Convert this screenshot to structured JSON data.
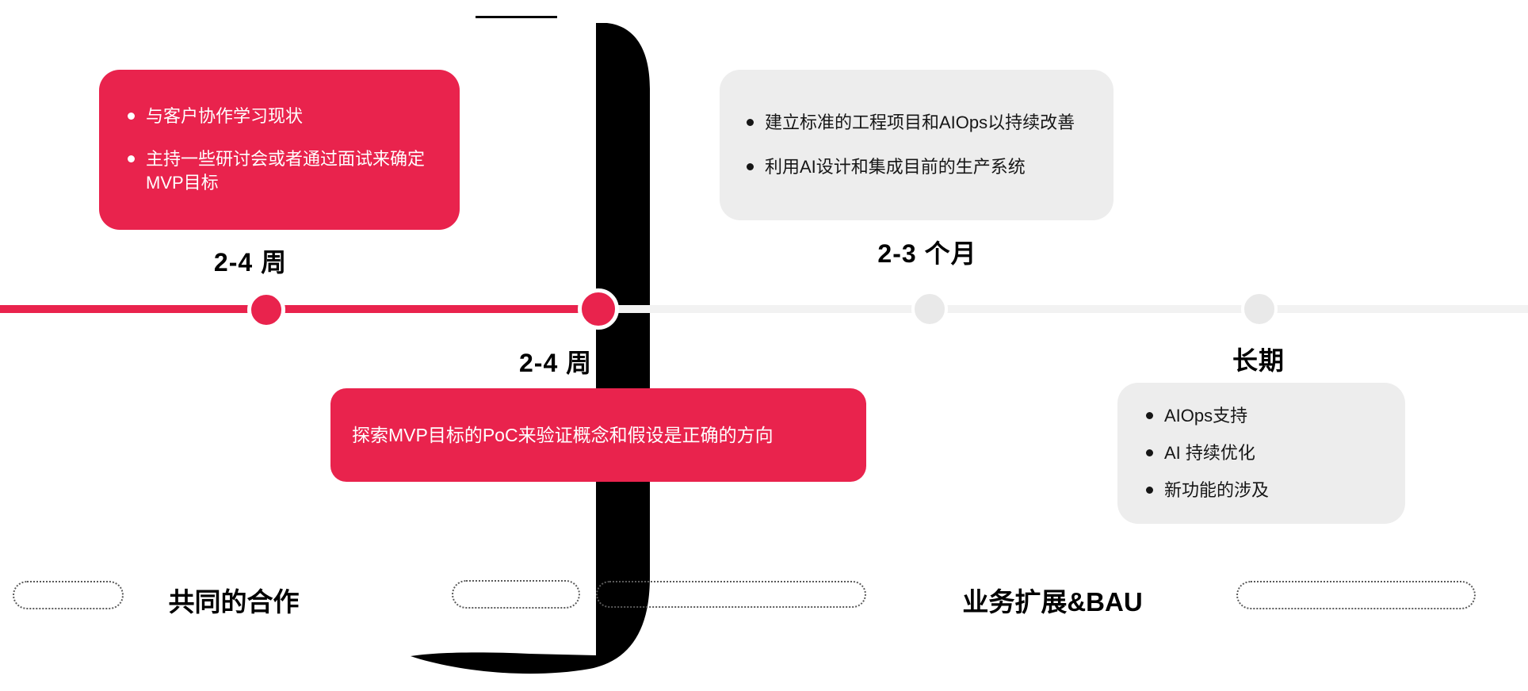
{
  "colors": {
    "accent_red": "#E9234D",
    "card_gray": "#EDEDED",
    "track_gray": "#F2F2F2",
    "dot_gray": "#E9E9E9",
    "text_black": "#000000",
    "text_white": "#FFFFFF"
  },
  "timeline": {
    "stages": [
      {
        "duration_label": "2-4 周",
        "card_style": "red",
        "bullets": [
          "与客户协作学习现状",
          "主持一些研讨会或者通过面试来确定MVP目标"
        ]
      },
      {
        "duration_label": "2-4 周",
        "card_style": "red",
        "text": "探索MVP目标的PoC来验证概念和假设是正确的方向"
      },
      {
        "duration_label": "2-3 个月",
        "card_style": "gray",
        "bullets": [
          "建立标准的工程项目和AIOps以持续改善",
          "利用AI设计和集成目前的生产系统"
        ]
      },
      {
        "duration_label": "长期",
        "card_style": "gray",
        "bullets": [
          "AIOps支持",
          "AI 持续优化",
          "新功能的涉及"
        ]
      }
    ],
    "phases": [
      {
        "label": "共同的合作"
      },
      {
        "label": "业务扩展&BAU"
      }
    ]
  }
}
